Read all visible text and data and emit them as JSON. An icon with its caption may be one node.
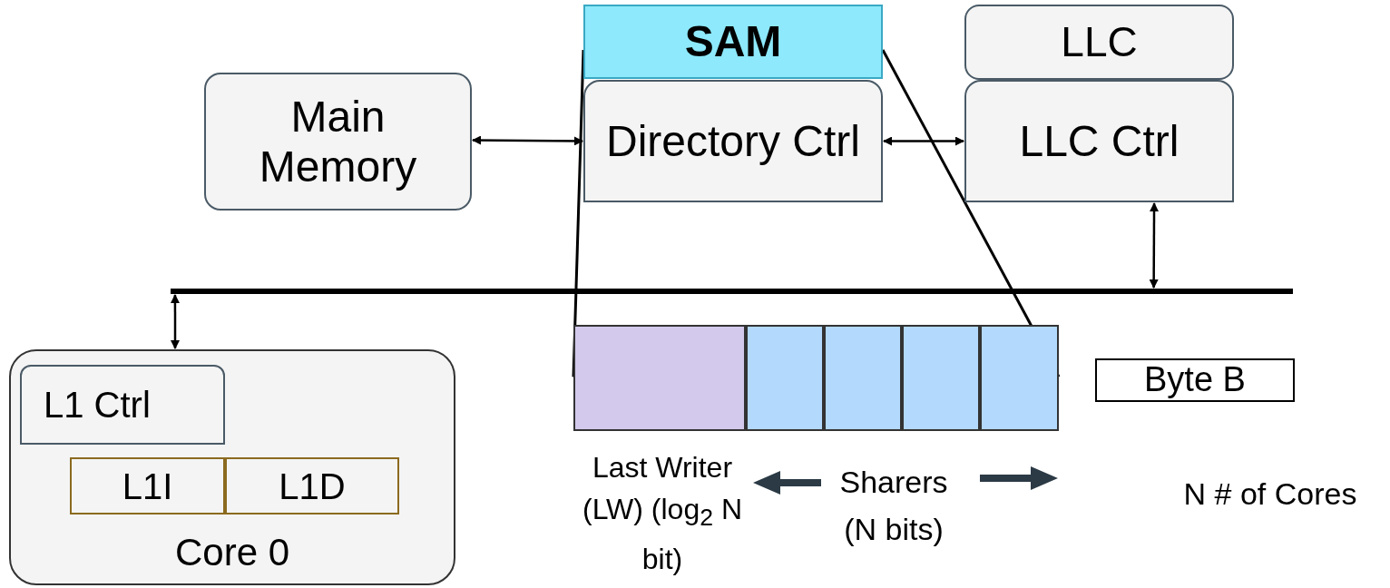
{
  "diagram": {
    "nodes": [
      {
        "text": [
          "SAM"
        ]
      },
      {
        "text": [
          "LLC"
        ]
      },
      {
        "text": [
          "Main Memory"
        ]
      },
      {
        "text": [
          "Directory Ctrl"
        ]
      },
      {
        "text": [
          "LLC Ctrl"
        ]
      },
      {
        "text": [],
        "shape": "bar"
      },
      {
        "text": [
          "Core 0"
        ]
      },
      {
        "text": [
          "L1 Ctrl"
        ],
        "in": 6
      },
      {
        "text": [
          "L1I"
        ],
        "in": 6
      },
      {
        "text": [
          "L1D"
        ],
        "in": 6
      },
      {
        "text": [],
        "shape": "box"
      },
      {
        "text": [],
        "shape": "box"
      },
      {
        "text": [],
        "shape": "box"
      },
      {
        "text": [],
        "shape": "box"
      },
      {
        "text": [],
        "shape": "box"
      },
      {
        "text": [
          "Byte B"
        ]
      }
    ],
    "edges": [
      {
        "from": 2,
        "to": 3,
        "arrow": "both"
      },
      {
        "from": 3,
        "to": 4,
        "arrow": "both"
      },
      {
        "from": 4,
        "to": 5,
        "arrow": "both"
      },
      {
        "from": 5,
        "to": 6,
        "arrow": "both"
      },
      {
        "from": 0,
        "to": 10,
        "arrow": "none"
      },
      {
        "from": 0,
        "to": 14,
        "arrow": "none"
      }
    ],
    "labels": [
      "Last Writer (LW) (log$_{2}$ N bit)",
      "Sharers (N bits)",
      "N # of Cores"
    ]
  }
}
